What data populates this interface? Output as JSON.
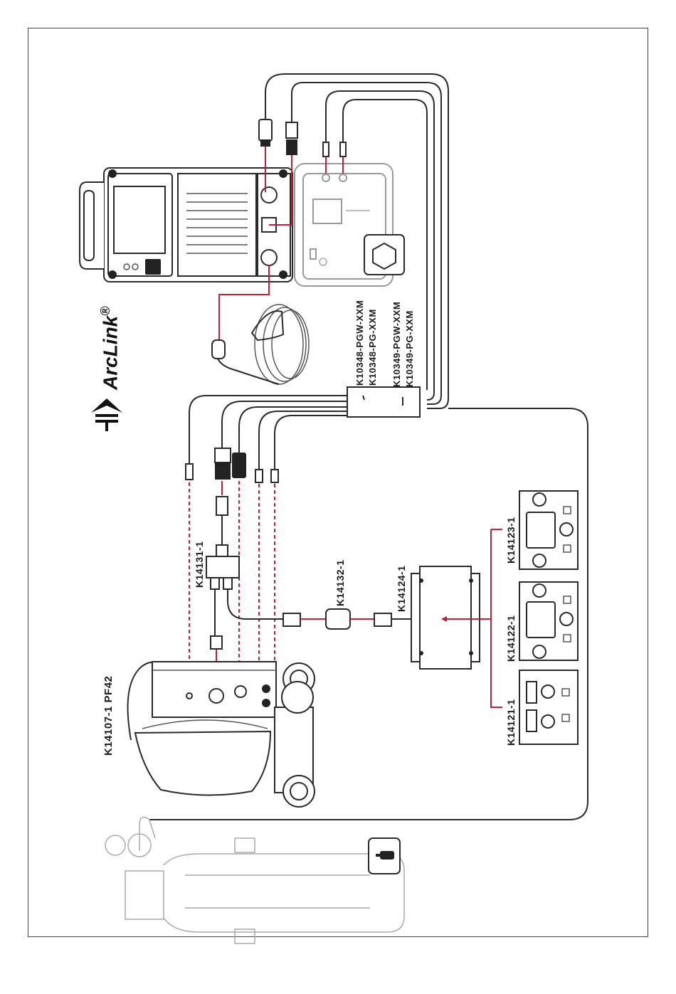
{
  "labels": {
    "feeder": "K14107-1 PF42",
    "splitter": "K14131-1",
    "adapter": "K14132-1",
    "remote_box": "K14124-1",
    "panel_1": "K14121-1",
    "panel_2": "K14122-1",
    "panel_3": "K14123-1",
    "cable_a1": "K10348-PGW-XXM",
    "cable_a2": "K10348-PG-XXM",
    "cable_b1": "K10349-PGW-XXM",
    "cable_b2": "K10349-PG-XXM",
    "brand": "ArcLink",
    "brand_mark": "®"
  },
  "colors": {
    "connection_red": "#c0203a",
    "cable": "#2a2a2a",
    "equipment_gray": "#999999"
  },
  "icons": [
    "arclink-logo",
    "gas-cylinder-icon",
    "cooler-fan-icon",
    "regulator-gauge-icon"
  ]
}
